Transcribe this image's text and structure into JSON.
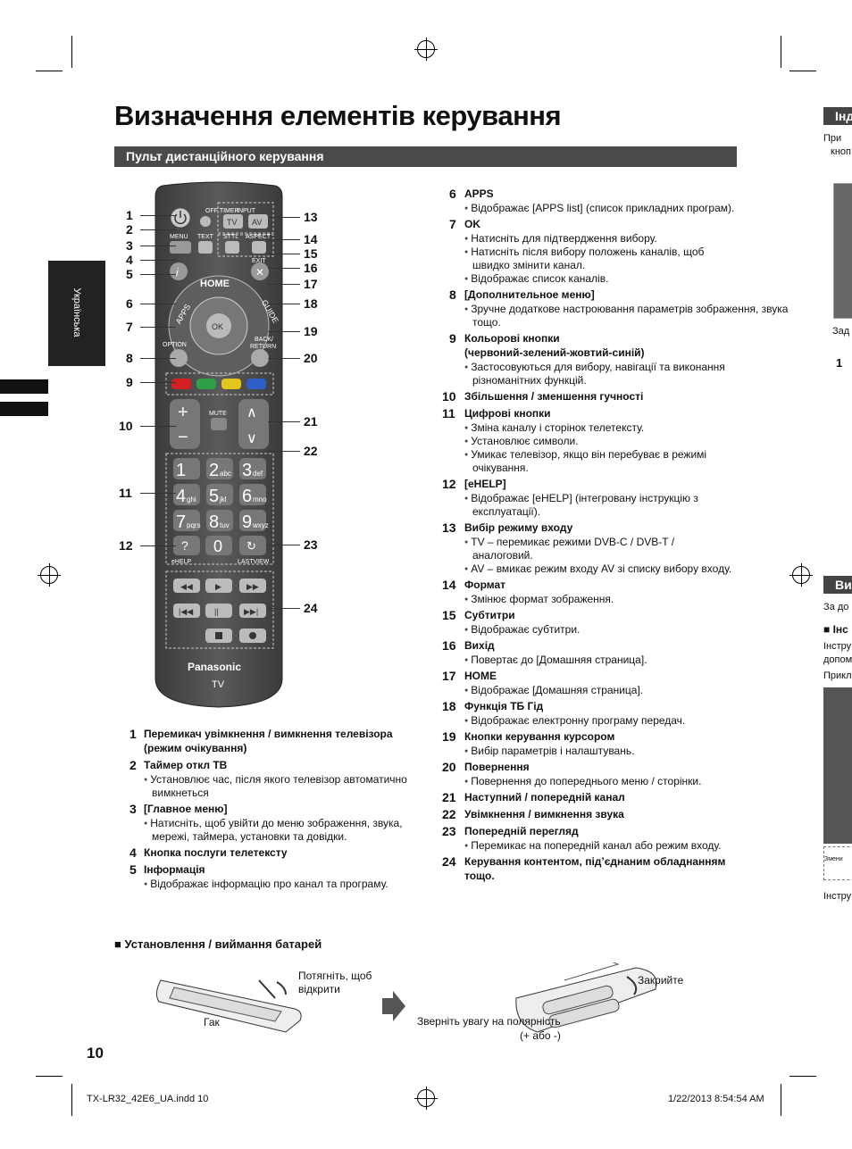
{
  "page": {
    "title": "Визначення елементів керування",
    "section": "Пульт дистанційного керування",
    "side_tab": "Українська",
    "page_number": "10",
    "footer_file": "TX-LR32_42E6_UA.indd   10",
    "footer_date": "1/22/2013   8:54:54 AM"
  },
  "remote": {
    "brand": "Panasonic",
    "tv": "TV",
    "labels": {
      "off_timer": "OFF TIMER",
      "input": "INPUT",
      "tv": "TV",
      "av": "AV",
      "menu": "MENU",
      "text": "TEXT",
      "sttl": "STTL",
      "aspect": "ASPECT",
      "exit": "EXIT",
      "home": "HOME",
      "apps": "APPS",
      "guide": "GUIDE",
      "ok": "OK",
      "option": "OPTION",
      "back": "BACK/",
      "return": "RETURN",
      "mute": "MUTE",
      "ehelp": "eHELP",
      "lastview": "LASTVIEW"
    },
    "digits": [
      {
        "d": "1",
        "s": ""
      },
      {
        "d": "2",
        "s": "abc"
      },
      {
        "d": "3",
        "s": "def"
      },
      {
        "d": "4",
        "s": "ghi"
      },
      {
        "d": "5",
        "s": "jkl"
      },
      {
        "d": "6",
        "s": "mno"
      },
      {
        "d": "7",
        "s": "pqrs"
      },
      {
        "d": "8",
        "s": "tuv"
      },
      {
        "d": "9",
        "s": "wxyz"
      }
    ],
    "callouts_left": [
      "1",
      "2",
      "3",
      "4",
      "5",
      "6",
      "7",
      "8",
      "9",
      "10",
      "11",
      "12"
    ],
    "callouts_right": [
      "13",
      "14",
      "15",
      "16",
      "17",
      "18",
      "19",
      "20",
      "21",
      "22",
      "23",
      "24"
    ]
  },
  "items_left": [
    {
      "n": "1",
      "title": "Перемикач увімкнення / вимкнення телевізора",
      "title2": "(режим очікування)"
    },
    {
      "n": "2",
      "title": "Таймер откл ТВ",
      "b1": "Установлює час, після якого телевізор автоматично",
      "b1c": "вимкнеться"
    },
    {
      "n": "3",
      "title": "[Главное меню]",
      "b1": "Натисніть, щоб увійти до меню зображення, звука,",
      "b1c": "мережі, таймера, установки та довідки."
    },
    {
      "n": "4",
      "title": "Кнопка послуги телетексту"
    },
    {
      "n": "5",
      "title": "Інформація",
      "b1": "Відображає інформацію про канал та програму."
    }
  ],
  "items_right": [
    {
      "n": "6",
      "title": "APPS",
      "b": [
        "Відображає [APPS list] (список прикладних програм)."
      ]
    },
    {
      "n": "7",
      "title": "OK",
      "b": [
        "Натисніть для підтвердження вибору.",
        "Натисніть після вибору положень каналів, щоб",
        "швидко змінити канал.",
        "Відображає список каналів."
      ]
    },
    {
      "n": "8",
      "title": "[Дополнительное меню]",
      "b": [
        "Зручне додаткове настроювання параметрів зображення, звука",
        "тощо."
      ]
    },
    {
      "n": "9",
      "title": "Кольорові кнопки",
      "title2": "(червоний-зелений-жовтий-синій)",
      "b": [
        "Застосовуються для вибору, навігації та виконання",
        "різноманітних функцій."
      ]
    },
    {
      "n": "10",
      "title": "Збільшення / зменшення гучності"
    },
    {
      "n": "11",
      "title": "Цифрові кнопки",
      "b": [
        "Зміна каналу і сторінок телетексту.",
        "Установлює символи.",
        "Умикає телевізор, якщо він перебуває в режимі",
        "очікування."
      ]
    },
    {
      "n": "12",
      "title": "[eHELP]",
      "b": [
        "Відображає [eHELP] (інтегровану інструкцію з",
        "експлуатації)."
      ]
    },
    {
      "n": "13",
      "title": "Вибір режиму входу",
      "b": [
        "TV – перемикає режими DVB-C / DVB-T /",
        "аналоговий.",
        "AV – вмикає режим входу AV зі списку вибору входу."
      ]
    },
    {
      "n": "14",
      "title": "Формат",
      "b": [
        "Змінює формат зображення."
      ]
    },
    {
      "n": "15",
      "title": "Субтитри",
      "b": [
        "Відображає субтитри."
      ]
    },
    {
      "n": "16",
      "title": "Вихід",
      "b": [
        "Повертає до [Домашняя страница]."
      ]
    },
    {
      "n": "17",
      "title": "HOME",
      "b": [
        "Відображає [Домашняя страница]."
      ]
    },
    {
      "n": "18",
      "title": "Функція ТБ Гід",
      "b": [
        "Відображає електронну програму передач."
      ]
    },
    {
      "n": "19",
      "title": "Кнопки керування курсором",
      "b": [
        "Вибір параметрів і налаштувань."
      ]
    },
    {
      "n": "20",
      "title": "Повернення",
      "b": [
        "Повернення до попереднього меню / сторінки."
      ]
    },
    {
      "n": "21",
      "title": "Наступний / попередній канал"
    },
    {
      "n": "22",
      "title": "Увімкнення / вимкнення звука"
    },
    {
      "n": "23",
      "title": "Попередній перегляд",
      "b": [
        "Перемикає на попередній канал або режим входу."
      ]
    },
    {
      "n": "24",
      "title": "Керування контентом, під’єднаним обладнанням",
      "title2": "тощо."
    }
  ],
  "battery": {
    "heading": "■ Установлення / виймання батарей",
    "pull_1": "Потягніть, щоб",
    "pull_2": "відкрити",
    "hook": "Гак",
    "close": "Закрийте",
    "polarity_1": "Зверніть увагу на полярність",
    "polarity_2": "(+ або -)"
  },
  "right_cut": {
    "tab1": "Інд",
    "t1": "При",
    "t2": "кноп",
    "t3": "Зад",
    "t4": "1",
    "tab2": "Ви",
    "t5": "За до",
    "t6": "■ Інс",
    "t7": "Інстру",
    "t8": "допом",
    "t9": "Прикл",
    "t10": "Змени",
    "t11": "Інстру"
  },
  "colors": {
    "section_bg": "#4a4a4a",
    "remote_body": "#4d4d4d",
    "red": "#d42020"
  }
}
